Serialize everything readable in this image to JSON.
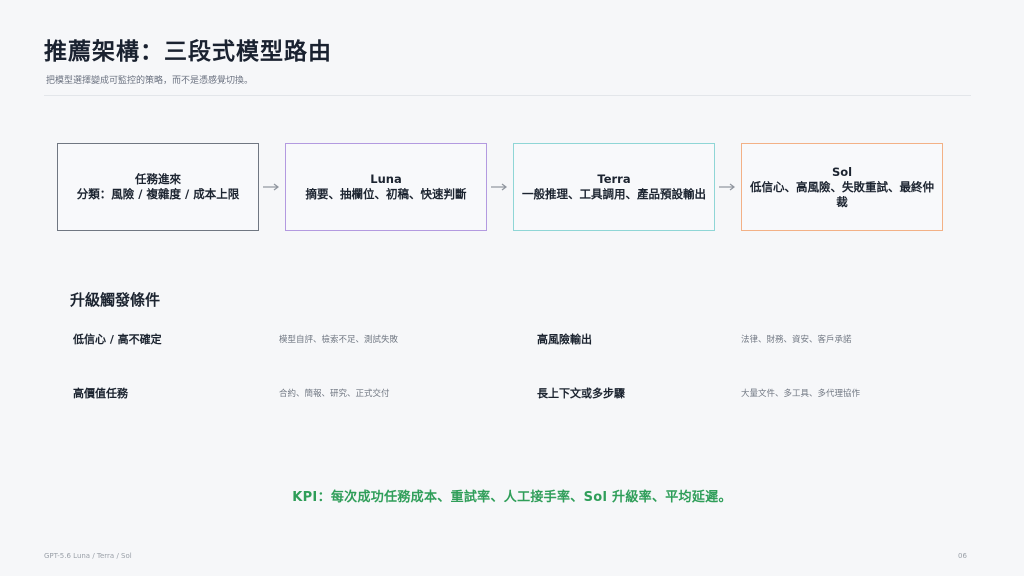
{
  "title": "推薦架構：三段式模型路由",
  "subtitle": "把模型選擇變成可監控的策略，而不是憑感覺切換。",
  "flow": [
    {
      "line1": "任務進來",
      "line2": "分類：風險 / 複雜度 / 成本上限"
    },
    {
      "line1": "Luna",
      "line2": "摘要、抽欄位、初稿、快速判斷"
    },
    {
      "line1": "Terra",
      "line2": "一般推理、工具調用、產品預設輸出"
    },
    {
      "line1": "Sol",
      "line2": "低信心、高風險、失敗重試、最終仲裁"
    }
  ],
  "section_title": "升級觸發條件",
  "conditions": [
    {
      "label": "低信心 / 高不確定",
      "desc": "模型自評、檢索不足、測試失敗"
    },
    {
      "label": "高風險輸出",
      "desc": "法律、財務、資安、客戶承諾"
    },
    {
      "label": "高價值任務",
      "desc": "合約、簡報、研究、正式交付"
    },
    {
      "label": "長上下文或多步驟",
      "desc": "大量文件、多工具、多代理協作"
    }
  ],
  "kpi": "KPI：每次成功任務成本、重試率、人工接手率、Sol 升級率、平均延遲。",
  "footer": {
    "left": "GPT-5.6 Luna / Terra / Sol",
    "right": "06"
  },
  "colors": {
    "luna": "#b39ae0",
    "terra": "#8fd6d6",
    "sol": "#f3b186",
    "kpi": "#2f9e59"
  }
}
